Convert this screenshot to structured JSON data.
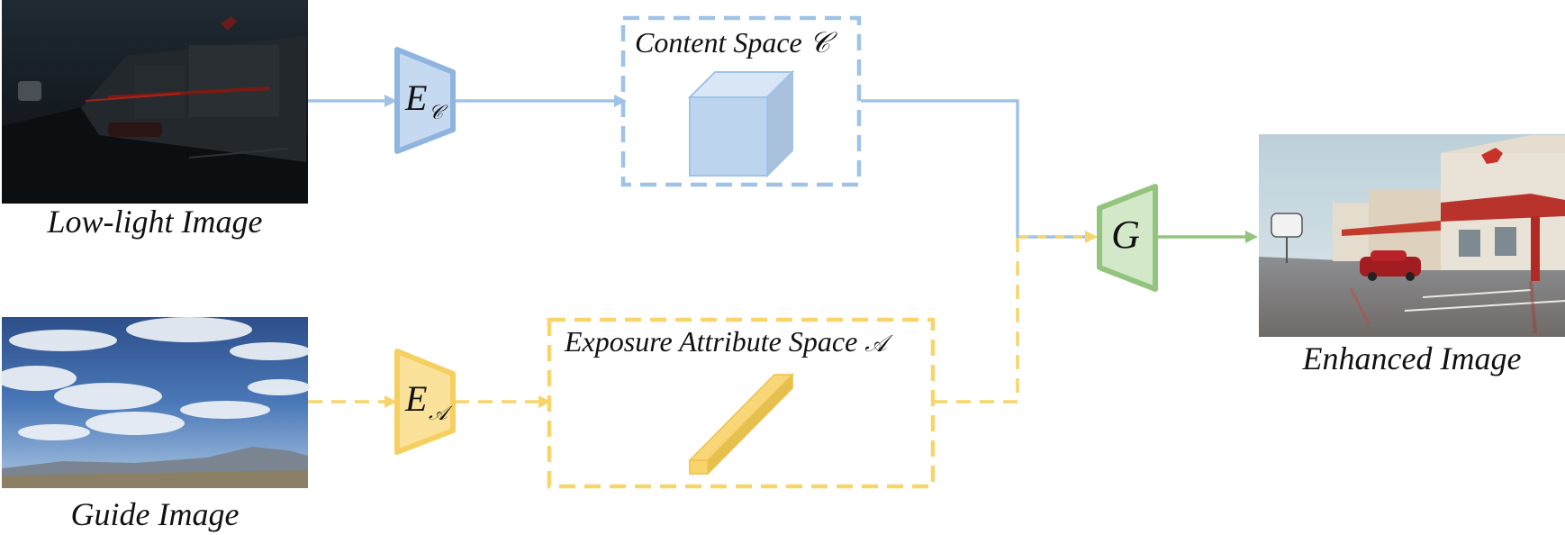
{
  "inputs": {
    "low_light": {
      "caption": "Low-light Image"
    },
    "guide": {
      "caption": "Guide Image"
    }
  },
  "encoders": {
    "content": {
      "letter": "E",
      "subscript": "𝒞"
    },
    "attribute": {
      "letter": "E",
      "subscript": "𝒜"
    }
  },
  "spaces": {
    "content": {
      "label": "Content Space",
      "symbol": "𝒞"
    },
    "attribute": {
      "label": "Exposure Attribute Space",
      "symbol": "𝒜"
    }
  },
  "generator": {
    "label": "G"
  },
  "output": {
    "caption": "Enhanced Image"
  },
  "colors": {
    "content_stroke": "#9fc3e7",
    "content_fill": "#c5d9f0",
    "attribute_stroke": "#f7d56b",
    "attribute_fill": "#fbe29a",
    "generator_stroke": "#93c47d",
    "generator_fill": "#d3e8c8"
  }
}
